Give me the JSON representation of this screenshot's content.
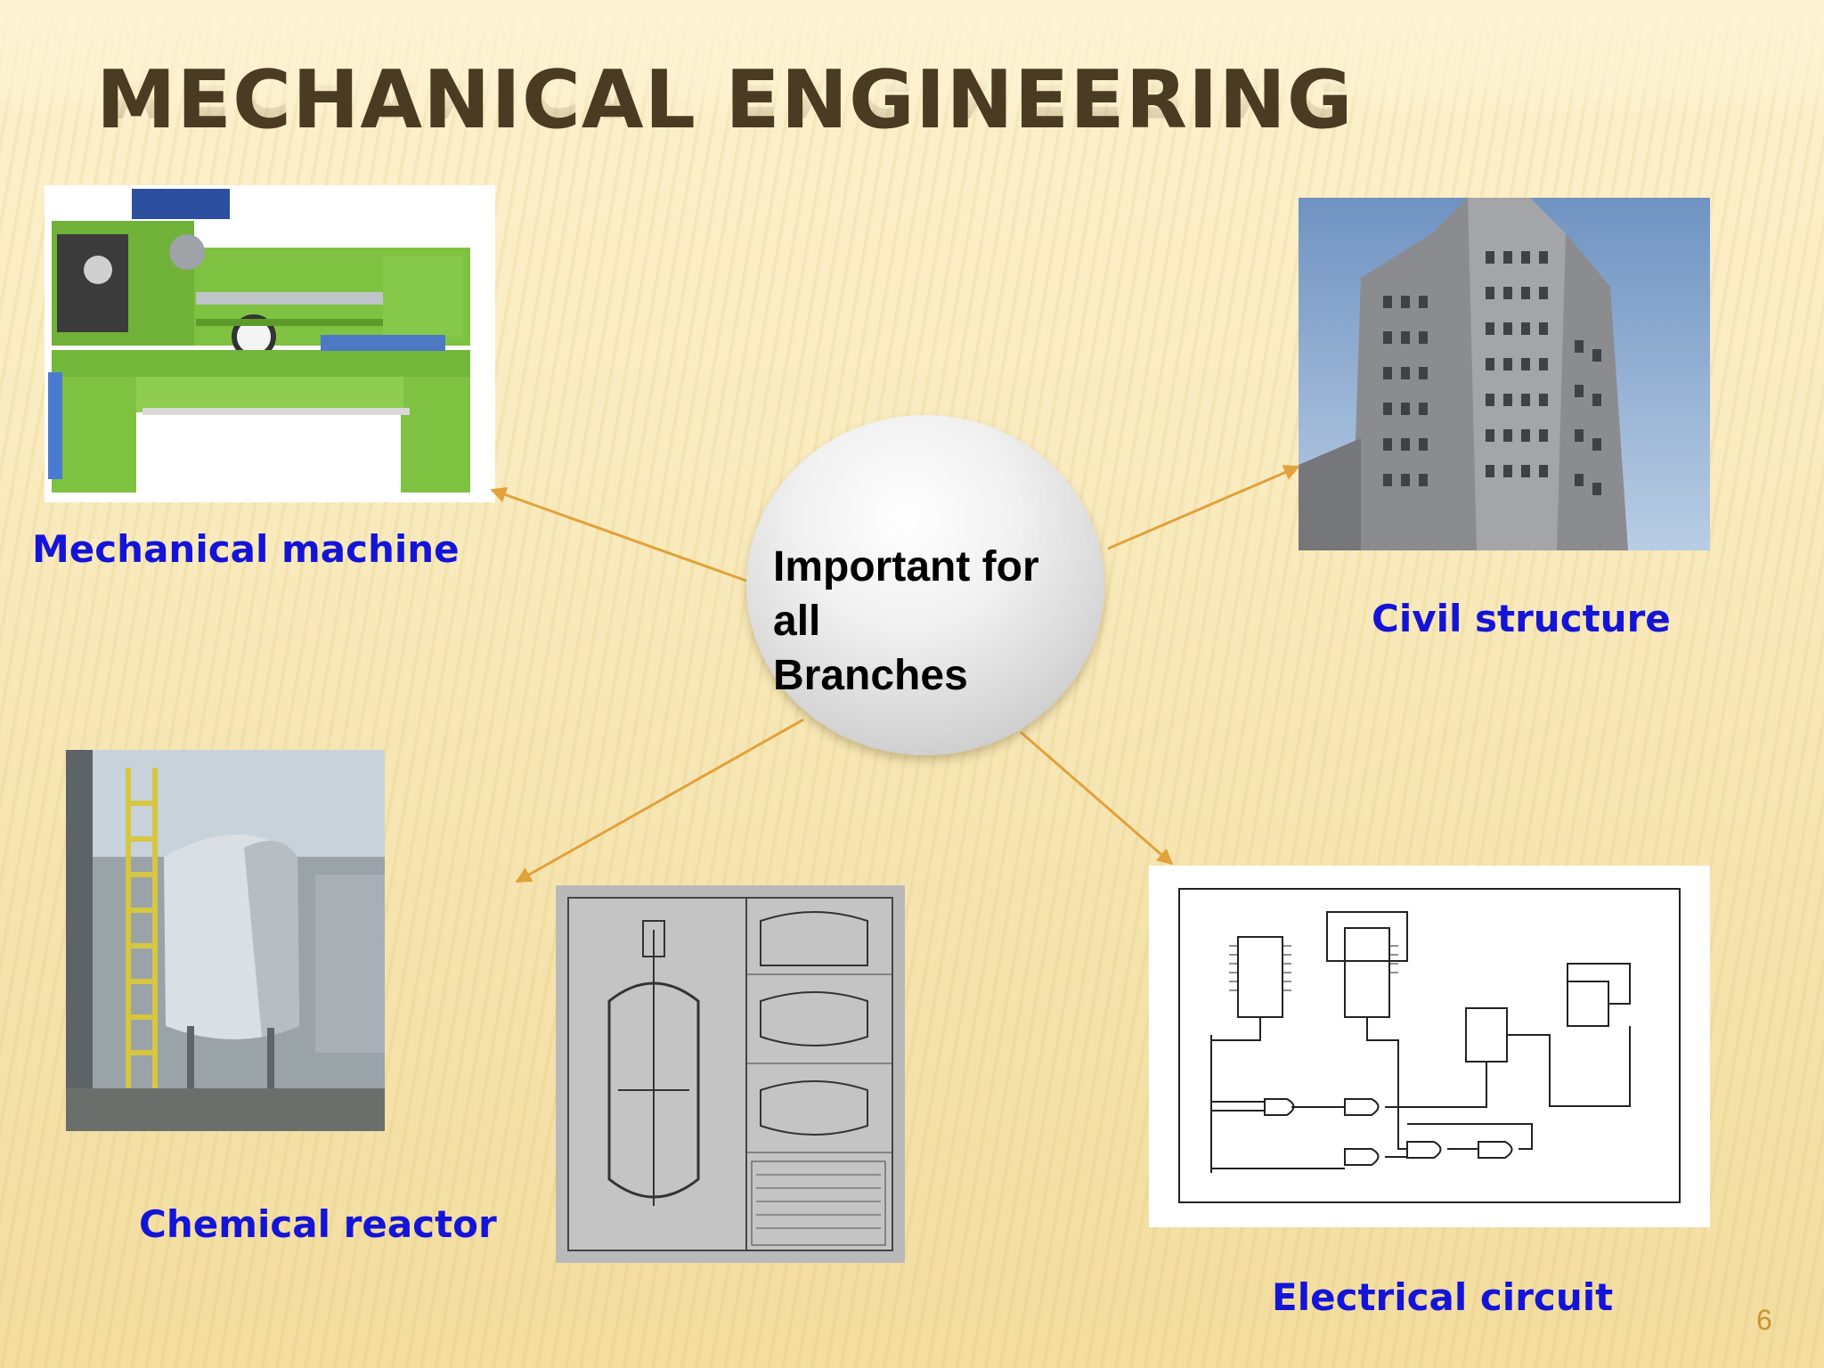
{
  "slide": {
    "title": "MECHANICAL ENGINEERING",
    "center_text_lines": [
      "Important for",
      "all",
      "Branches"
    ],
    "labels": {
      "mechanical": "Mechanical machine",
      "civil": "Civil structure",
      "chemical": "Chemical reactor",
      "electrical": "Electrical circuit"
    },
    "page_number": "6"
  },
  "colors": {
    "title": "#4a3b22",
    "label": "#1414d8",
    "arrow": "#e2a13a",
    "page_number": "#c8952e"
  }
}
